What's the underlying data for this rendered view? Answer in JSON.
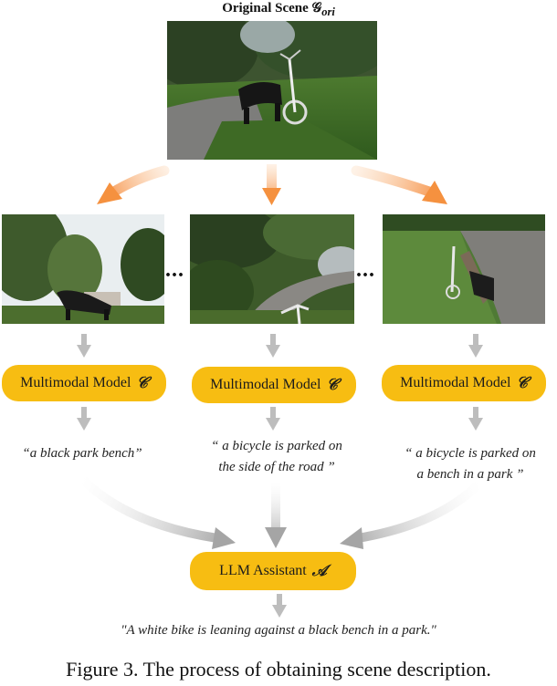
{
  "title": {
    "prefix": "Original Scene ",
    "symbol": "𝒢",
    "subscript": "ori"
  },
  "views": [
    {
      "caption_lines": [
        "“a black park bench”"
      ]
    },
    {
      "caption_lines": [
        "“ a bicycle is parked on",
        "the side of the road ”"
      ]
    },
    {
      "caption_lines": [
        "“ a bicycle is parked on",
        "a bench in a park ”"
      ]
    }
  ],
  "ellipsis": "...",
  "model": {
    "label": "Multimodal Model",
    "symbol": "𝒞"
  },
  "assistant": {
    "label": "LLM Assistant",
    "symbol": "𝒜"
  },
  "final_description": "\"A white bike is leaning against a black bench in a park.\"",
  "figure_caption": "Figure 3. The process of obtaining scene description.",
  "colors": {
    "accent": "#f7bd12",
    "orange_arrow": "#f59a4a",
    "gray_arrow": "#bdbdbd"
  }
}
